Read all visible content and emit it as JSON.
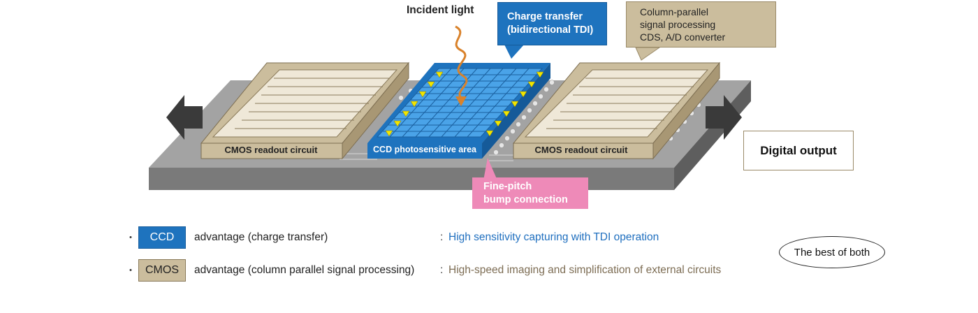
{
  "diagram": {
    "incident_light": "Incident light",
    "charge_transfer": {
      "line1": "Charge transfer",
      "line2": "(bidirectional TDI)"
    },
    "column_parallel": {
      "line1": "Column-parallel",
      "line2": "signal processing",
      "line3": "CDS, A/D converter"
    },
    "cmos_left_label": "CMOS readout circuit",
    "cmos_right_label": "CMOS readout circuit",
    "ccd_label": "CCD photosensitive area",
    "digital_output": "Digital output",
    "fine_pitch": {
      "line1": "Fine-pitch",
      "line2": "bump connection"
    }
  },
  "legend": {
    "bullet": "・",
    "rows": [
      {
        "tag": "CCD",
        "description": "advantage (charge transfer)",
        "separator": ":",
        "benefit": "High sensitivity capturing with TDI operation"
      },
      {
        "tag": "CMOS",
        "description": "advantage (column parallel signal processing)",
        "separator": ":",
        "benefit": "High-speed imaging and simplification of external circuits"
      }
    ],
    "summary": "The best of both"
  },
  "colors": {
    "ccd_blue": "#1e73be",
    "ccd_grid_blue": "#4aa3e8",
    "cmos_tan": "#cbbd9d",
    "fine_pitch_pink": "#ee8ab8",
    "benefit_ccd_text": "#1f6fbf",
    "benefit_cmos_text": "#7d6d54",
    "substrate_gray": "#8c8c8c",
    "arrow_dark": "#3a3a3a",
    "incident_arrow": "#d9822b",
    "tdi_triangle": "#f2e600"
  }
}
